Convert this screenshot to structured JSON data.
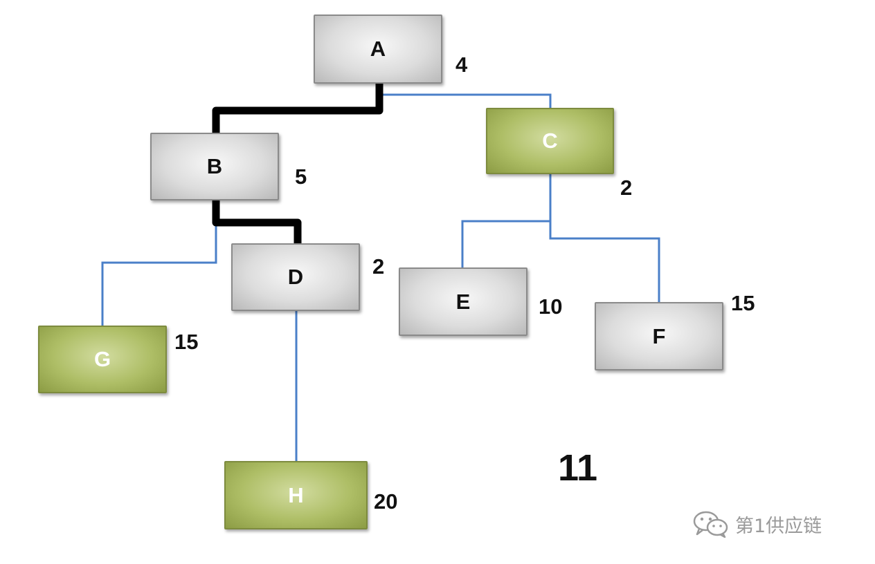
{
  "nodes": {
    "A": {
      "label": "A",
      "value": "4"
    },
    "B": {
      "label": "B",
      "value": "5"
    },
    "C": {
      "label": "C",
      "value": "2"
    },
    "D": {
      "label": "D",
      "value": "2"
    },
    "E": {
      "label": "E",
      "value": "10"
    },
    "F": {
      "label": "F",
      "value": "15"
    },
    "G": {
      "label": "G",
      "value": "15"
    },
    "H": {
      "label": "H",
      "value": "20"
    }
  },
  "total": "11",
  "watermark": {
    "icon": "wechat-icon",
    "text": "第1供应链"
  },
  "colors": {
    "gray_node": "#d9d9d9",
    "green_node": "#a9b95e",
    "critical_path": "#000000",
    "link": "#4a7fc8"
  }
}
